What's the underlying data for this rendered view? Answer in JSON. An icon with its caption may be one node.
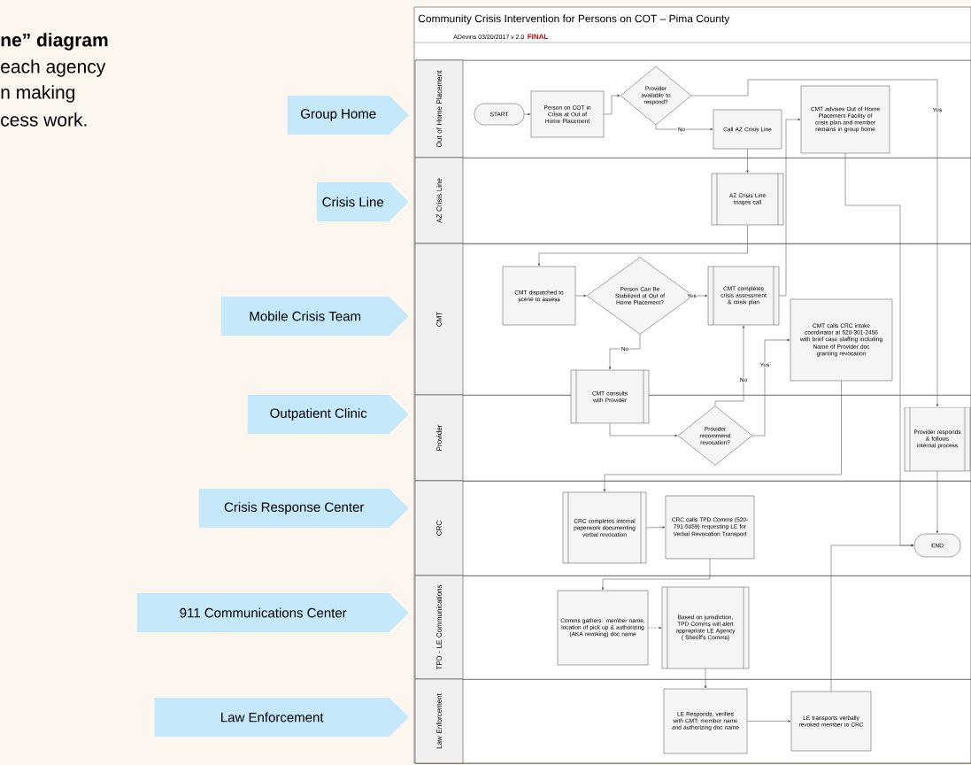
{
  "diagram": {
    "title": "Community Crisis Intervention for Persons on COT – Pima County",
    "nodes": [
      {
        "text": [
          "Group Home"
        ]
      },
      {
        "text": [
          "Crisis Line"
        ]
      },
      {
        "text": [
          "Mobile Crisis Team"
        ]
      },
      {
        "text": [
          "Outpatient Clinic"
        ]
      },
      {
        "text": [
          "Crisis Response Center"
        ]
      },
      {
        "text": [
          "911 Communications Center"
        ]
      },
      {
        "text": [
          "Law Enforcement"
        ]
      },
      {
        "text": [
          "Out of Home Placement"
        ]
      },
      {
        "text": [
          "AZ Crisis Line"
        ]
      },
      {
        "text": [
          "CMT"
        ]
      },
      {
        "text": [
          "Provider"
        ]
      },
      {
        "text": [
          "CRC"
        ]
      },
      {
        "text": [
          "TPD - LE Communications"
        ]
      },
      {
        "text": [
          "Law Enforcement"
        ]
      },
      {
        "text": [
          "START"
        ],
        "in": 7
      },
      {
        "text": [
          "Person on COT in Crisis at Out of Home Placement"
        ],
        "in": 7
      },
      {
        "text": [
          "Provider available to respond?"
        ],
        "in": 7
      },
      {
        "text": [
          "Call AZ Crisis Line"
        ],
        "in": 7
      },
      {
        "text": [
          "CMT advises Out of Home Placement Facility of crisis plan and member remains in group home"
        ],
        "in": 7
      },
      {
        "text": [
          "AZ Crisis Line triages call"
        ],
        "in": 8
      },
      {
        "text": [
          "CMT dispatched to scene to assess"
        ],
        "in": 9
      },
      {
        "text": [
          "Person Can Be Stabilized at Out of Home Placement?"
        ],
        "in": 9
      },
      {
        "text": [
          "CMT completes crisis assessment & crisis plan"
        ],
        "in": 9
      },
      {
        "text": [
          "CMT calls CRC intake coordinator at 520-301-2456 with brief case staffing including",
          "Name of Provider doc granting revocation"
        ],
        "in": 9
      },
      {
        "text": [
          "CMT consults with Provider"
        ]
      },
      {
        "text": [
          "Provider recommend revocation?"
        ],
        "in": 10
      },
      {
        "text": [
          "Provider responds & follows internal process"
        ],
        "in": 10
      },
      {
        "text": [
          "CRC completes internal paperwork documenting verbal revocation"
        ],
        "in": 11
      },
      {
        "text": [
          "CRC calls TPD Comms (520-791-5059) requesting LE for",
          "Verbal Revocation Transport"
        ],
        "in": 11
      },
      {
        "text": [
          "END"
        ],
        "in": 11
      },
      {
        "text": [
          "Comms gathers: member name, location of pick up & authorizing (AKA revoking) doc name"
        ],
        "in": 12
      },
      {
        "text": [
          "Based on jurisdiction, TPD Comms will alert appropriate LE Agency ( Sheriff's Comms)"
        ],
        "in": 12
      },
      {
        "text": [
          "LE Responds, verifies with CMT: member name and authorizing doc name"
        ],
        "in": 13
      },
      {
        "text": [
          "LE transports verbally revoked member to CRC"
        ],
        "in": 13
      }
    ],
    "edges": [
      {
        "from": 14,
        "to": 15,
        "arrow": "to"
      },
      {
        "from": 15,
        "to": 16,
        "arrow": "to"
      },
      {
        "from": 16,
        "to": 17,
        "arrow": "to",
        "label": "No"
      },
      {
        "from": 16,
        "to": 26,
        "arrow": "to",
        "label": "Yes"
      },
      {
        "from": 17,
        "to": 19,
        "arrow": "to"
      },
      {
        "from": 19,
        "to": 20,
        "arrow": "to"
      },
      {
        "from": 20,
        "to": 21,
        "arrow": "to"
      },
      {
        "from": 21,
        "to": 22,
        "arrow": "to",
        "label": "Yes"
      },
      {
        "from": 21,
        "to": 24,
        "arrow": "to",
        "label": "No"
      },
      {
        "from": 22,
        "to": 18,
        "arrow": "to"
      },
      {
        "from": 24,
        "to": 25,
        "arrow": "to"
      },
      {
        "from": 25,
        "to": 22,
        "arrow": "to",
        "label": "No"
      },
      {
        "from": 25,
        "to": 23,
        "arrow": "to",
        "label": "Yes"
      },
      {
        "from": 18,
        "to": 29,
        "arrow": "to"
      },
      {
        "from": 26,
        "to": 29,
        "arrow": "to"
      },
      {
        "from": 23,
        "to": 27,
        "arrow": "to"
      },
      {
        "from": 27,
        "to": 28,
        "arrow": "to"
      },
      {
        "from": 28,
        "to": 30,
        "arrow": "to"
      },
      {
        "from": 30,
        "to": 31,
        "arrow": "to",
        "style": "dashed"
      },
      {
        "from": 31,
        "to": 32,
        "arrow": "to"
      },
      {
        "from": 32,
        "to": 33,
        "arrow": "to"
      },
      {
        "from": 33,
        "to": 29,
        "arrow": "to"
      }
    ],
    "labels": [
      "ne” diagram",
      "each agency",
      "n making",
      "cess work.",
      "ADevins 03/20/2017  v 2.0",
      "FINAL"
    ]
  }
}
